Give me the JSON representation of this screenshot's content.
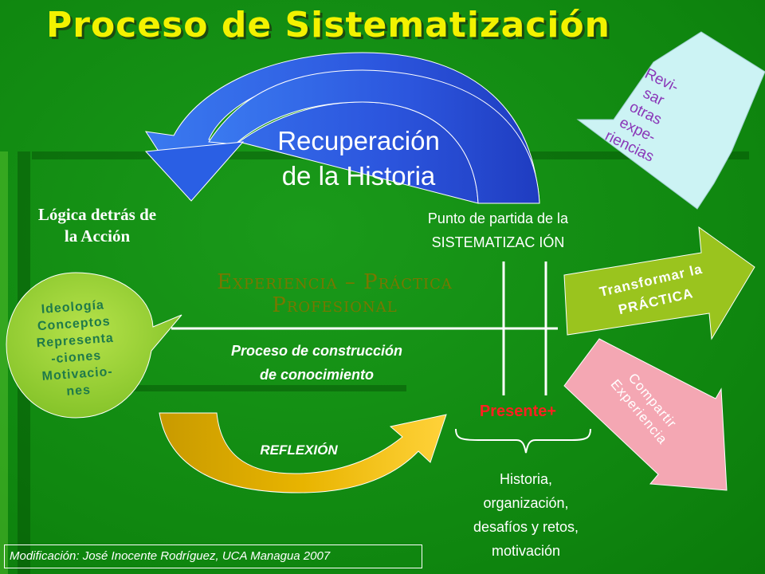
{
  "title": "Proceso de Sistematización",
  "recuperacion": [
    "Recuperación",
    "de la Historia"
  ],
  "logica": [
    "Lógica detrás de",
    "la Acción"
  ],
  "punto_partida": [
    "Punto de partida de la",
    "SISTEMATIZAC IÓN"
  ],
  "experiencia": [
    "Experiencia – Práctica",
    "Profesional"
  ],
  "proceso_construccion": [
    "Proceso de construcción",
    "de conocimiento"
  ],
  "reflexion": "REFLEXIÓN",
  "presente": "Presente+",
  "historia": [
    "Historia,",
    "organización,",
    "desafíos y retos,",
    "motivación"
  ],
  "footer": "Modificación: José Inocente Rodríguez, UCA Managua 2007",
  "ideologia": [
    "Ideología",
    "Conceptos",
    "Representa",
    "-ciones",
    "Motivacio-",
    "nes"
  ],
  "revisar": [
    "Revi-",
    "sar",
    "otras",
    "expe-",
    "riencias"
  ],
  "transformar": [
    "Transformar la",
    "PRÁCTICA"
  ],
  "compartir": [
    "Compartir",
    "Experiencia"
  ],
  "colors": {
    "background": "#118a11",
    "title": "#f3f200",
    "arrow_blue": "#2f5fe0",
    "arrow_gold": "#e0b000",
    "bubble": "#9fd23e",
    "arrow_cyan": "#ccf3f4",
    "arrow_lime": "#9ac41e",
    "arrow_pink": "#f4a7b3",
    "presente": "#ff2020"
  }
}
